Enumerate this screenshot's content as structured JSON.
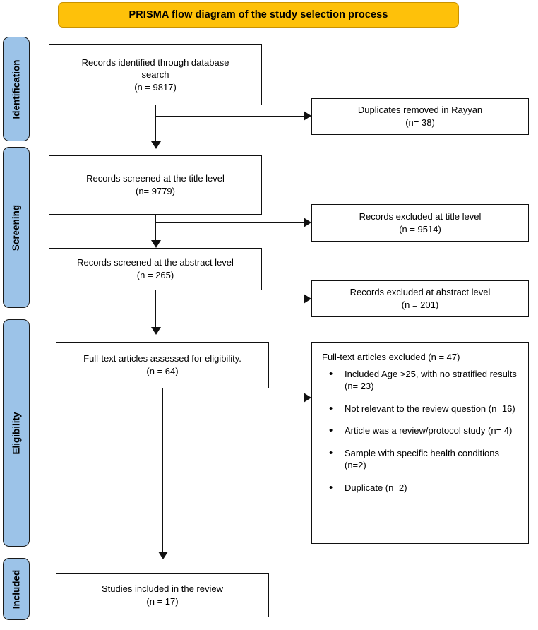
{
  "title": {
    "text": "PRISMA flow diagram of the study selection process",
    "background_color": "#FEC10A"
  },
  "stages": [
    {
      "label": "Identification"
    },
    {
      "label": "Screening"
    },
    {
      "label": "Eligibility"
    },
    {
      "label": "Included"
    }
  ],
  "stage_color": "#9CC3E8",
  "boxes": {
    "identified": {
      "line1": "Records identified through database",
      "line2": "search",
      "line3": "(n = 9817)"
    },
    "duplicates": {
      "line1": "Duplicates removed in Rayyan",
      "line2": "(n= 38)"
    },
    "screened_title": {
      "line1": "Records screened at the title level",
      "line2": "(n= 9779)"
    },
    "excluded_title": {
      "line1": "Records excluded at title level",
      "line2": "(n = 9514)"
    },
    "screened_abstract": {
      "line1": "Records screened at the abstract level",
      "line2": "(n = 265)"
    },
    "excluded_abstract": {
      "line1": "Records excluded at abstract level",
      "line2": "(n = 201)"
    },
    "fulltext_assessed": {
      "line1": "Full-text articles assessed for eligibility.",
      "line2": "(n = 64)"
    },
    "fulltext_excluded": {
      "heading": "Full-text articles excluded (n = 47)",
      "bullet_glyph": "•",
      "items": [
        "Included Age >25, with no stratified results (n= 23)",
        "Not relevant to the review question (n=16)",
        "Article was a review/protocol study (n= 4)",
        "Sample with specific health conditions (n=2)",
        "Duplicate (n=2)"
      ]
    },
    "included_studies": {
      "line1": "Studies included in the review",
      "line2": "(n = 17)"
    }
  }
}
